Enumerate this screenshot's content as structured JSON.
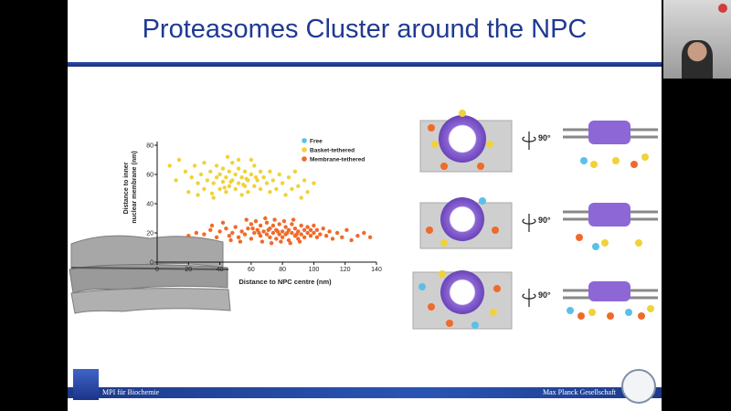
{
  "slide": {
    "title": "Proteasomes Cluster around the NPC",
    "footer_left": "MPI für Biochemie",
    "footer_right": "Max Planck Gesellschaft",
    "brand_color": "#1f3a93"
  },
  "chart_data": {
    "type": "scatter",
    "xlabel": "Distance to NPC centre (nm)",
    "ylabel": "Distance to inner nuclear membrane (nm)",
    "xlim": [
      0,
      140
    ],
    "ylim": [
      0,
      80
    ],
    "xticks": [
      0,
      20,
      40,
      60,
      80,
      100,
      120,
      140
    ],
    "yticks": [
      0,
      20,
      40,
      60,
      80
    ],
    "legend_position": "top-right",
    "series": [
      {
        "name": "Free",
        "color": "#5bc0e8",
        "points": []
      },
      {
        "name": "Basket-tethered",
        "color": "#f0d23a",
        "points": [
          [
            8,
            66
          ],
          [
            12,
            56
          ],
          [
            14,
            70
          ],
          [
            18,
            62
          ],
          [
            20,
            48
          ],
          [
            22,
            58
          ],
          [
            24,
            66
          ],
          [
            26,
            54
          ],
          [
            28,
            60
          ],
          [
            30,
            50
          ],
          [
            30,
            68
          ],
          [
            32,
            56
          ],
          [
            34,
            62
          ],
          [
            35,
            47
          ],
          [
            36,
            54
          ],
          [
            38,
            58
          ],
          [
            38,
            66
          ],
          [
            40,
            50
          ],
          [
            40,
            60
          ],
          [
            42,
            55
          ],
          [
            42,
            64
          ],
          [
            44,
            48
          ],
          [
            44,
            58
          ],
          [
            46,
            52
          ],
          [
            46,
            62
          ],
          [
            48,
            56
          ],
          [
            48,
            68
          ],
          [
            50,
            50
          ],
          [
            50,
            60
          ],
          [
            52,
            54
          ],
          [
            52,
            64
          ],
          [
            54,
            46
          ],
          [
            54,
            58
          ],
          [
            56,
            52
          ],
          [
            56,
            62
          ],
          [
            58,
            56
          ],
          [
            58,
            48
          ],
          [
            60,
            60
          ],
          [
            62,
            52
          ],
          [
            62,
            66
          ],
          [
            64,
            56
          ],
          [
            66,
            50
          ],
          [
            66,
            62
          ],
          [
            68,
            58
          ],
          [
            70,
            54
          ],
          [
            72,
            48
          ],
          [
            72,
            62
          ],
          [
            74,
            56
          ],
          [
            76,
            50
          ],
          [
            78,
            60
          ],
          [
            80,
            54
          ],
          [
            82,
            46
          ],
          [
            84,
            58
          ],
          [
            86,
            50
          ],
          [
            88,
            62
          ],
          [
            90,
            52
          ],
          [
            92,
            44
          ],
          [
            94,
            56
          ],
          [
            96,
            48
          ],
          [
            100,
            54
          ],
          [
            45,
            72
          ],
          [
            52,
            70
          ],
          [
            60,
            70
          ],
          [
            36,
            44
          ],
          [
            26,
            46
          ],
          [
            55,
            53
          ],
          [
            47,
            55
          ],
          [
            43,
            51
          ],
          [
            57,
            57
          ],
          [
            63,
            58
          ]
        ]
      },
      {
        "name": "Membrane-tethered",
        "color": "#f06a2a",
        "points": [
          [
            20,
            18
          ],
          [
            25,
            20
          ],
          [
            30,
            19
          ],
          [
            34,
            22
          ],
          [
            38,
            17
          ],
          [
            40,
            21
          ],
          [
            44,
            23
          ],
          [
            46,
            18
          ],
          [
            48,
            20
          ],
          [
            50,
            24
          ],
          [
            52,
            17
          ],
          [
            54,
            21
          ],
          [
            56,
            19
          ],
          [
            58,
            23
          ],
          [
            60,
            26
          ],
          [
            60,
            16
          ],
          [
            62,
            20
          ],
          [
            64,
            22
          ],
          [
            66,
            18
          ],
          [
            66,
            25
          ],
          [
            68,
            21
          ],
          [
            70,
            19
          ],
          [
            70,
            27
          ],
          [
            72,
            23
          ],
          [
            72,
            17
          ],
          [
            74,
            20
          ],
          [
            74,
            25
          ],
          [
            76,
            22
          ],
          [
            76,
            16
          ],
          [
            78,
            19
          ],
          [
            78,
            26
          ],
          [
            80,
            21
          ],
          [
            80,
            17
          ],
          [
            82,
            24
          ],
          [
            82,
            19
          ],
          [
            84,
            22
          ],
          [
            84,
            15
          ],
          [
            86,
            20
          ],
          [
            86,
            26
          ],
          [
            88,
            18
          ],
          [
            88,
            23
          ],
          [
            90,
            21
          ],
          [
            90,
            16
          ],
          [
            92,
            25
          ],
          [
            92,
            19
          ],
          [
            94,
            22
          ],
          [
            94,
            17
          ],
          [
            96,
            20
          ],
          [
            96,
            24
          ],
          [
            98,
            18
          ],
          [
            98,
            22
          ],
          [
            100,
            20
          ],
          [
            100,
            25
          ],
          [
            102,
            17
          ],
          [
            102,
            22
          ],
          [
            104,
            19
          ],
          [
            106,
            23
          ],
          [
            108,
            18
          ],
          [
            110,
            21
          ],
          [
            112,
            16
          ],
          [
            115,
            20
          ],
          [
            118,
            17
          ],
          [
            121,
            22
          ],
          [
            124,
            15
          ],
          [
            128,
            18
          ],
          [
            132,
            20
          ],
          [
            136,
            17
          ],
          [
            57,
            29
          ],
          [
            63,
            28
          ],
          [
            69,
            30
          ],
          [
            75,
            29
          ],
          [
            81,
            28
          ],
          [
            87,
            29
          ],
          [
            67,
            14
          ],
          [
            73,
            13
          ],
          [
            79,
            14
          ],
          [
            85,
            13
          ],
          [
            91,
            14
          ],
          [
            35,
            25
          ],
          [
            42,
            27
          ],
          [
            47,
            15
          ],
          [
            53,
            14
          ],
          [
            61,
            23
          ],
          [
            65,
            20
          ],
          [
            71,
            22
          ],
          [
            77,
            21
          ],
          [
            83,
            20
          ],
          [
            89,
            19
          ]
        ]
      }
    ]
  },
  "panels": {
    "rotation_labels": [
      "90°",
      "90°",
      "90°"
    ]
  }
}
